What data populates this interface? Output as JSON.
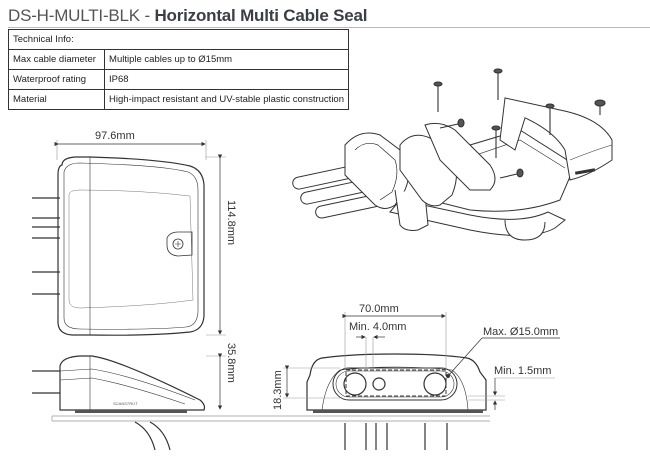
{
  "header": {
    "code": "DS-H-MULTI-BLK - ",
    "name": "Horizontal Multi Cable Seal"
  },
  "table": {
    "heading": "Technical Info:",
    "rows": [
      {
        "label": "Max cable diameter",
        "value": "Multiple cables up to Ø15mm"
      },
      {
        "label": "Waterproof rating",
        "value": "IP68"
      },
      {
        "label": "Material",
        "value": "High-impact resistant and UV-stable plastic construction"
      }
    ]
  },
  "dimensions": {
    "width": "97.6mm",
    "length": "114.8mm",
    "height": "35.8mm",
    "opening_height": "18.3mm",
    "opening_width": "70.0mm",
    "min_gap": "Min. 4.0mm",
    "max_diameter": "Max. Ø15.0mm",
    "min_wall": "Min. 1.5mm"
  },
  "brand_mark": "SCANSTRUT"
}
